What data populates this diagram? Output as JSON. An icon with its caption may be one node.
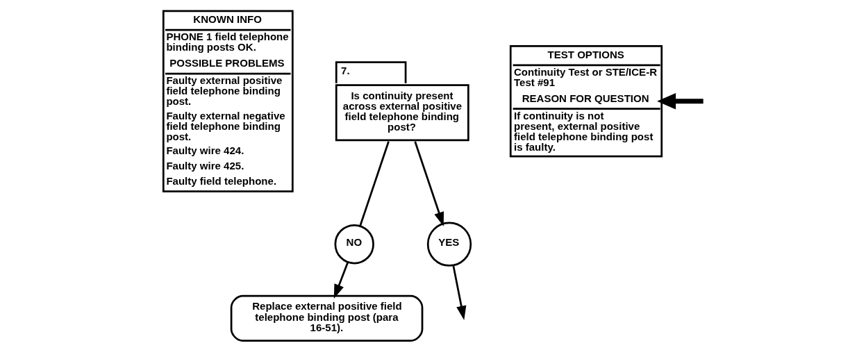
{
  "diagram": {
    "nodes": [
      {
        "text": [
          "KNOWN INFO",
          "PHONE 1 field telephone binding posts OK.",
          "POSSIBLE PROBLEMS",
          "Faulty external positive field telephone binding post.",
          "Faulty external negative field telephone binding post.",
          "Faulty wire 424.",
          "Faulty wire 425.",
          "Faulty field telephone."
        ]
      },
      {
        "text": [
          "7.",
          "Is continuity present across external positive field telephone binding post?"
        ]
      },
      {
        "text": [
          "TEST OPTIONS",
          "Continuity Test or STE/ICE-R Test #91",
          "REASON FOR QUESTION",
          "If continuity is not present, external positive field telephone binding post is faulty."
        ]
      },
      {
        "text": [
          "NO"
        ]
      },
      {
        "text": [
          "YES"
        ]
      },
      {
        "text": [
          "Replace external positive field telephone binding post (para 16-51)."
        ]
      }
    ],
    "edges": [
      {
        "from": 1,
        "to": 3,
        "arrow": "none"
      },
      {
        "from": 3,
        "to": 5,
        "arrow": "to"
      },
      {
        "from": 1,
        "to": 4,
        "arrow": "to"
      },
      {
        "from": 4,
        "to": null,
        "arrow": "to"
      },
      {
        "from": null,
        "to": 2,
        "arrow": "to",
        "style": "thick"
      }
    ]
  }
}
